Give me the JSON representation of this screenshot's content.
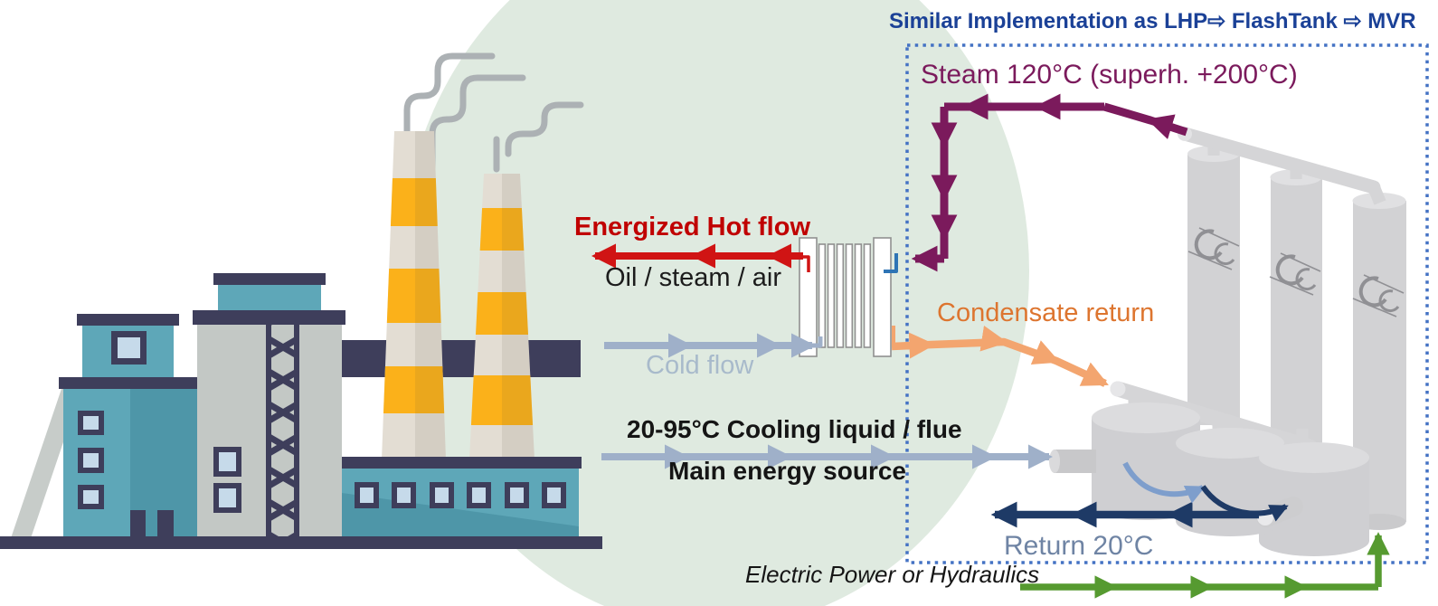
{
  "title": {
    "text": "Similar Implementation as LHP⇨ FlashTank ⇨ MVR"
  },
  "labels": {
    "steam": "Steam 120°C (superh. +200°C)",
    "energized_hot_flow": "Energized Hot flow",
    "oil_steam_air": "Oil / steam / air",
    "cold_flow": "Cold flow",
    "condensate_return": "Condensate return",
    "cooling_liquid": "20-95°C Cooling liquid / flue",
    "main_energy_source": "Main energy source",
    "return_temp": "Return 20°C",
    "electric_power": "Electric Power or Hydraulics"
  },
  "colors": {
    "title_blue": "#1b4197",
    "steam_purple": "#7b1a5c",
    "hot_red": "#d01414",
    "hot_text": "#c00000",
    "cold_gray": "#9fb0c9",
    "cold_text": "#a8bacb",
    "condensate_orange": "#f3a56f",
    "condensate_text": "#dd752f",
    "return_navy": "#1e3a66",
    "return_text": "#6f84a4",
    "power_green": "#569a30",
    "transfer_lightblue": "#7e9ecc",
    "border_blue": "#4472c4",
    "background_sage": "#dfeae0",
    "factory_navy": "#3e3e5b",
    "factory_teal": "#5ea7b8",
    "factory_teal_dark": "#4e96a8",
    "factory_gray": "#c3c8c5",
    "chimney_cream": "#e3ddd3",
    "chimney_orange": "#fbb11a",
    "window_glass": "#c6daea",
    "smoke_gray": "#acb1b4",
    "vessel_gray": "#d2d2d4",
    "pipe_gray": "#d5d5d7"
  }
}
